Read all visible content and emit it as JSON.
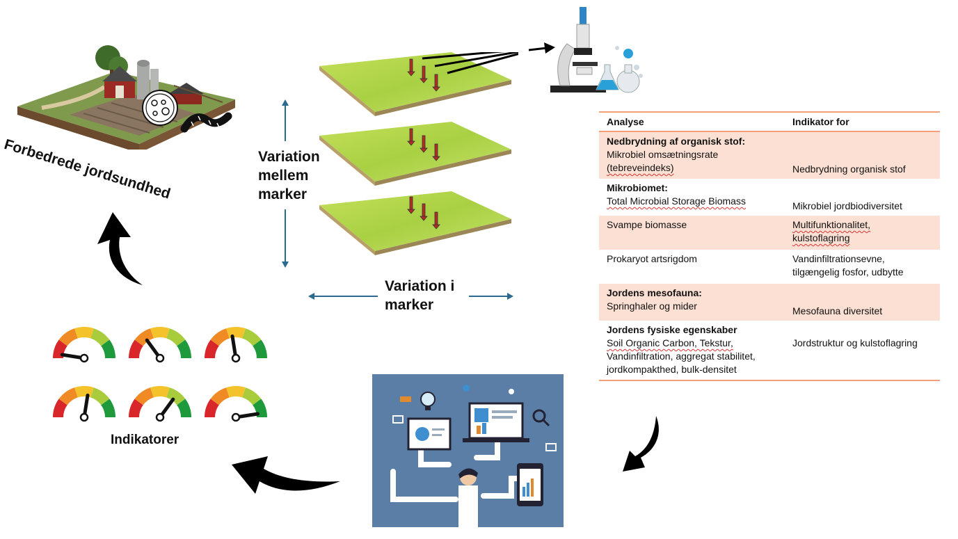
{
  "farm": {
    "title": "Forbedrede jordsundhed"
  },
  "variation": {
    "between": [
      "Variation",
      "mellem",
      "marker"
    ],
    "within": [
      "Variation i",
      "marker"
    ]
  },
  "indicators": {
    "title": "Indikatorer",
    "gauges": [
      {
        "level": 0.05
      },
      {
        "level": 0.3
      },
      {
        "level": 0.45
      },
      {
        "level": 0.55
      },
      {
        "level": 0.7
      },
      {
        "level": 0.95
      }
    ]
  },
  "table": {
    "headers": [
      "Analyse",
      "Indikator for"
    ],
    "rows": [
      {
        "shade": true,
        "group": "Nedbrydning af organisk stof:",
        "analysis": [
          "Mikrobiel omsætningsrate",
          "(tebreveindeks)"
        ],
        "indicator": "Nedbrydning organisk stof"
      },
      {
        "shade": false,
        "group": "Mikrobiomet:",
        "analysis": [
          "Total Microbial Storage Biomass"
        ],
        "indicator": "Mikrobiel jordbiodiversitet"
      },
      {
        "shade": true,
        "group": "",
        "analysis": [
          "Svampe biomasse"
        ],
        "indicator_lines": [
          "Multifunktionalitet,",
          "kulstoflagring"
        ]
      },
      {
        "shade": false,
        "group": "",
        "analysis": [
          "Prokaryot artsrigdom"
        ],
        "indicator_lines": [
          "Vandinfiltrationsevne,",
          "tilgængelig fosfor, udbytte"
        ]
      },
      {
        "shade": true,
        "group": "Jordens mesofauna:",
        "analysis": [
          "Springhaler og mider"
        ],
        "indicator": "Mesofauna diversitet"
      },
      {
        "shade": false,
        "group": "Jordens fysiske egenskaber",
        "analysis": [
          "Soil Organic Carbon, Tekstur,",
          "Vandinfiltration, aggregat stabilitet,",
          "jordkompakthed, bulk-densitet"
        ],
        "indicator": "Jordstruktur og kulstoflagring"
      }
    ]
  },
  "colors": {
    "accent_line": "#f2a078",
    "row_shade": "#fbe0d3",
    "arrow_blue": "#2a6a8e",
    "field_green": "#b6d94c",
    "panel_blue": "#5a7ea6",
    "core_red": "#b52b25"
  }
}
